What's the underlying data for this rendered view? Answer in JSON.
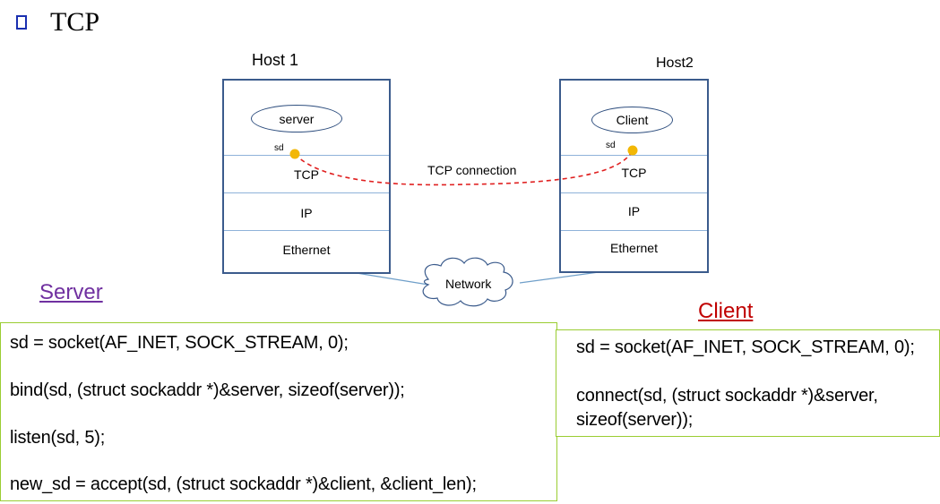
{
  "header": {
    "title": "TCP",
    "bullet_icon": "square-bullet-icon"
  },
  "host1": {
    "label": "Host 1",
    "process": "server",
    "socket_label": "sd",
    "layers": [
      "TCP",
      "IP",
      "Ethernet"
    ]
  },
  "host2": {
    "label": "Host2",
    "process": "Client",
    "socket_label": "sd",
    "layers": [
      "TCP",
      "IP",
      "Ethernet"
    ]
  },
  "connection": {
    "label": "TCP connection",
    "color": "#e02020"
  },
  "network": {
    "label": "Network"
  },
  "server": {
    "label": "Server",
    "label_color": "#7030a0",
    "code": [
      "sd = socket(AF_INET, SOCK_STREAM, 0);",
      "bind(sd, (struct sockaddr *)&server, sizeof(server));",
      "listen(sd, 5);",
      "new_sd = accept(sd, (struct sockaddr *)&client, &client_len);"
    ]
  },
  "client": {
    "label": "Client",
    "label_color": "#c00000",
    "code": [
      "sd = socket(AF_INET, SOCK_STREAM, 0);",
      "connect(sd, (struct sockaddr *)&server,",
      "sizeof(server));"
    ]
  },
  "colors": {
    "socket_dot": "#f2b705",
    "box_border": "#3b5b8c",
    "code_border": "#9acd32"
  }
}
